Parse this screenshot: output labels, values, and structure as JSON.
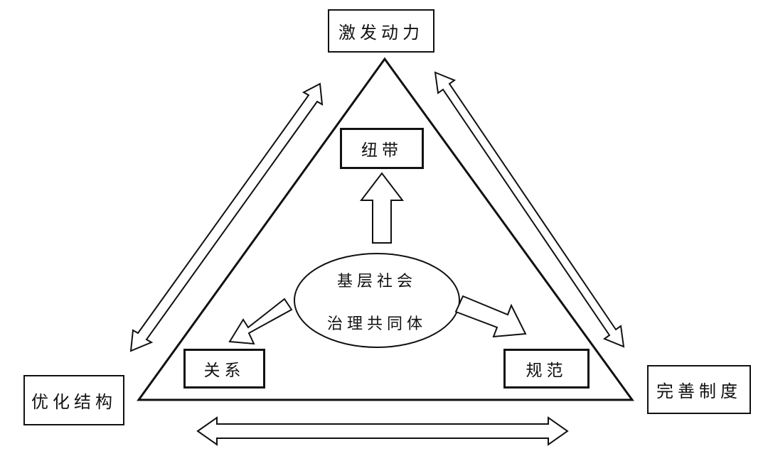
{
  "diagram": {
    "outer_nodes": {
      "top": "激发动力",
      "left": "优化结构",
      "right": "完善制度"
    },
    "center": {
      "line1": "基层社会",
      "line2": "治理共同体"
    },
    "inner_nodes": {
      "top": "纽带",
      "left": "关系",
      "right": "规范"
    }
  }
}
